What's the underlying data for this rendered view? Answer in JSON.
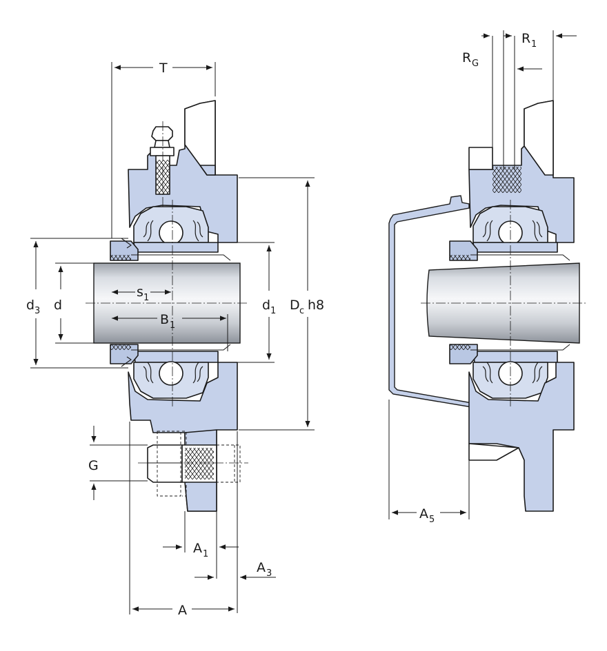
{
  "labels": {
    "T": "T",
    "RG": "R",
    "RG_sub": "G",
    "R1": "R",
    "R1_sub": "1",
    "d3": "d",
    "d3_sub": "3",
    "d": "d",
    "s1": "s",
    "s1_sub": "1",
    "B1": "B",
    "B1_sub": "1",
    "d1": "d",
    "d1_sub": "1",
    "Dc": "D",
    "Dc_sub": "c",
    "Dc_tol": "h8",
    "G": "G",
    "A1": "A",
    "A1_sub": "1",
    "A3": "A",
    "A3_sub": "3",
    "A": "A",
    "A5": "A",
    "A5_sub": "5"
  },
  "colors": {
    "housing_fill": "#c5d1ea",
    "line": "#1a1a1a",
    "shaft_light": "#eef1f6",
    "shaft_dark": "#9ea3ab"
  }
}
